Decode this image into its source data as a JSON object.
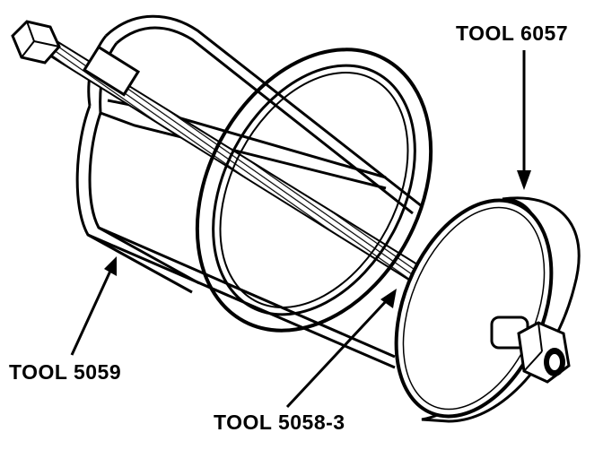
{
  "labels": {
    "tool_6057": "TOOL 6057",
    "tool_5059": "TOOL 5059",
    "tool_5058_3": "TOOL 5058-3"
  },
  "colors": {
    "ink": "#000000",
    "paper": "#ffffff"
  }
}
